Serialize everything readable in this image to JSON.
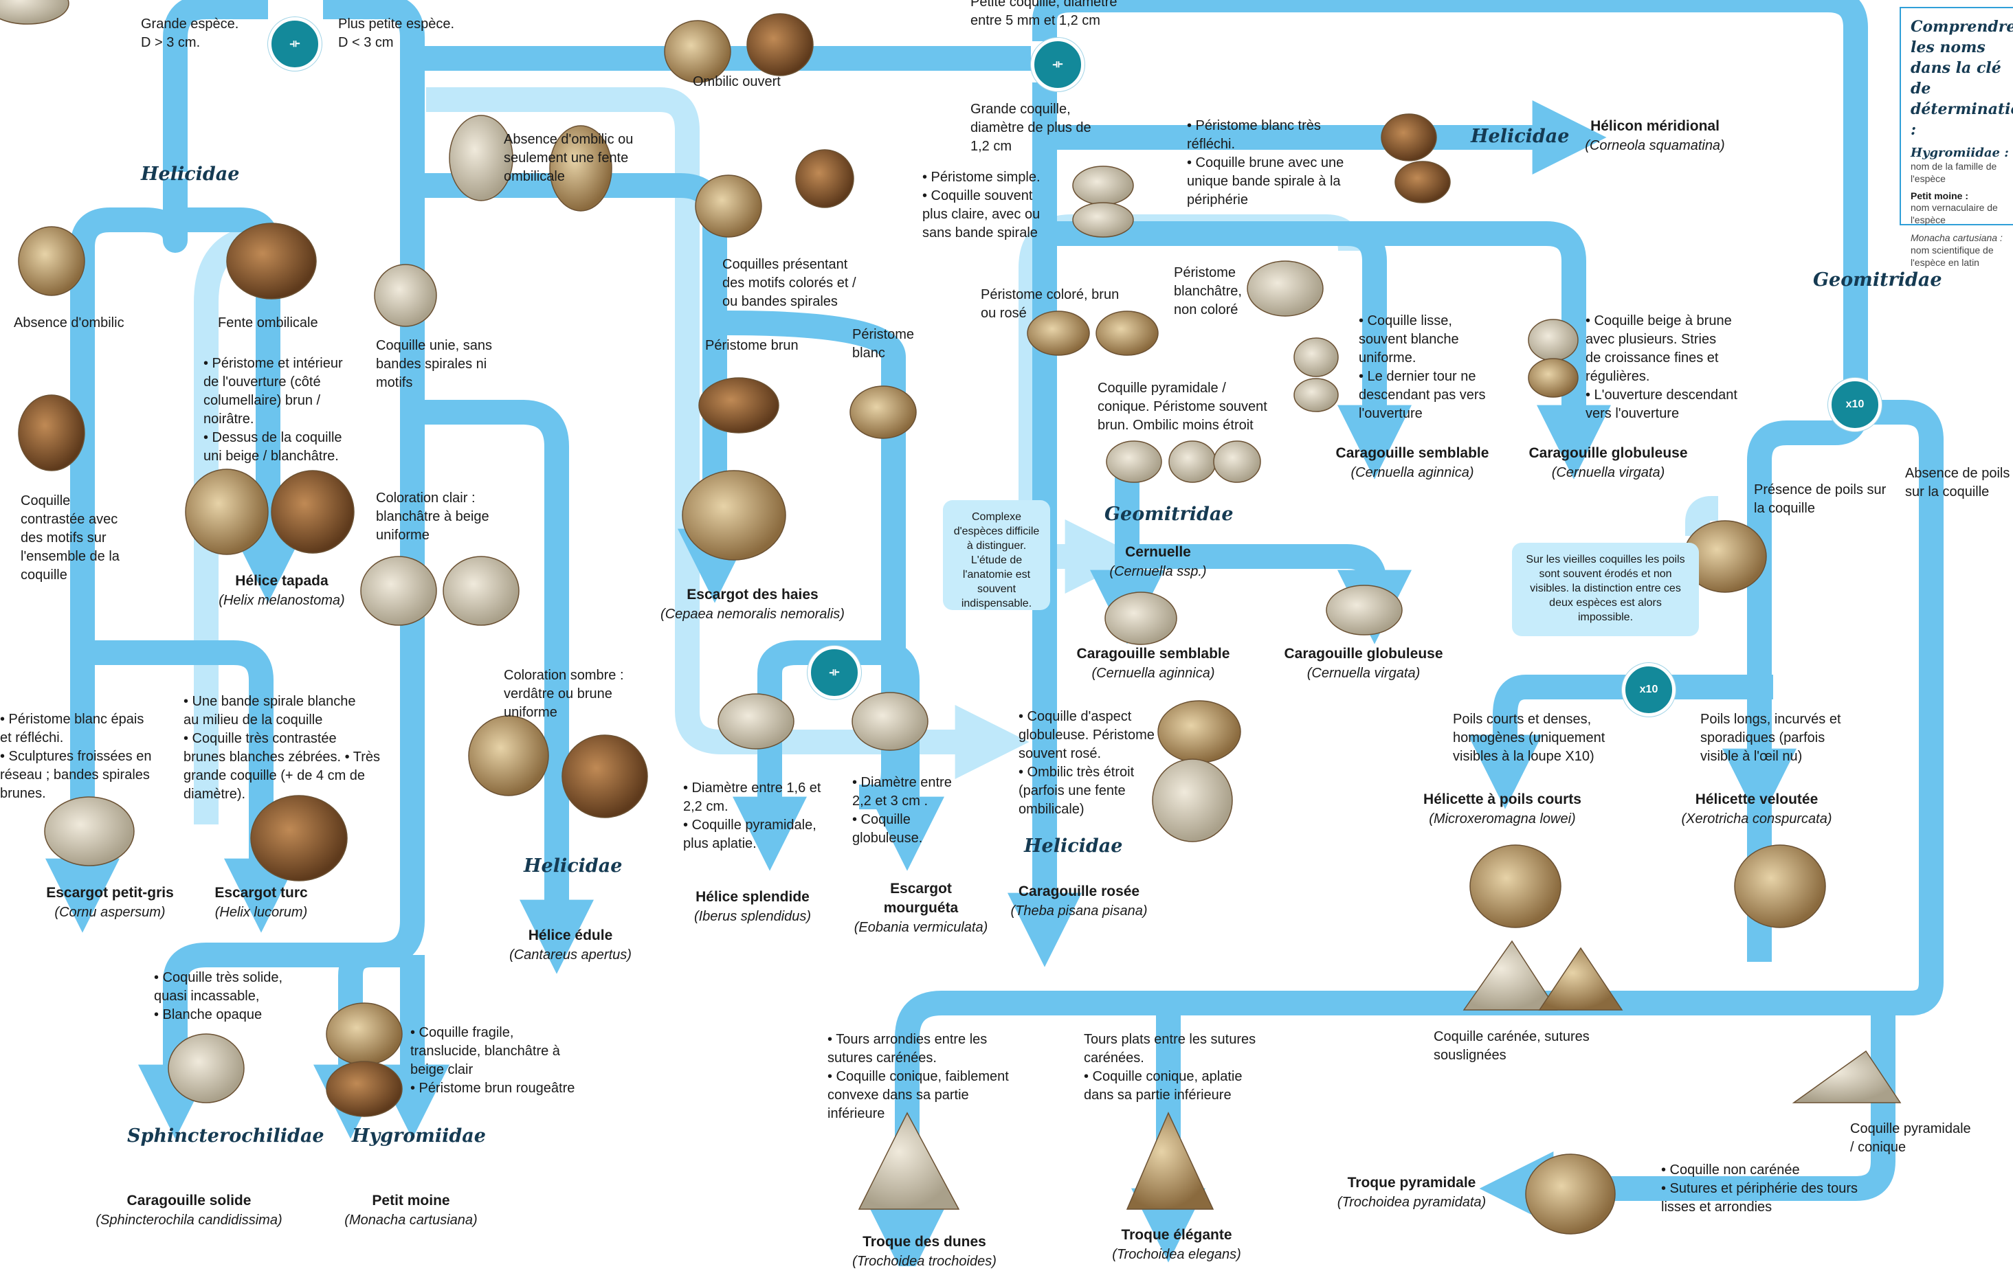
{
  "legend": {
    "title": "Comprendre les noms dans la clé de détermination :",
    "f_key": "Hygromiidae :",
    "f_desc": "nom de la famille de l'espèce",
    "v_key": "Petit moine :",
    "v_desc": "nom vernaculaire de l'espèce",
    "s_key": "Monacha cartusiana :",
    "s_desc": "nom scientifique de l'espèce en latin"
  },
  "families": {
    "helicidae_1": "Helicidae",
    "helicidae_2": "Helicidae",
    "helicidae_3": "Helicidae",
    "helicidae_4": "Helicidae",
    "geometridae_1": "Geomitridae",
    "geometridae_2": "Geomitridae",
    "sphincterochilidae": "Sphincterochilidae",
    "hygromiidae": "Hygromiidae"
  },
  "badges": {
    "x10_a": "x10",
    "x10_b": "x10"
  },
  "labels": {
    "grande_espece": "Grande espèce.\nD > 3 cm.",
    "petite_espece": "Plus petite espèce.\nD < 3 cm",
    "petite_coquille": "Petite coquille, diamètre\nentre 5 mm et 1,2 cm",
    "ombilic_ouvert": "Ombilic ouvert",
    "grande_coquille": "Grande coquille,\ndiamètre de plus de\n1,2 cm",
    "peristome_blanc_tres": "• Péristome blanc très\nréfléchi.\n• Coquille brune avec une\nunique bande spirale à la\npériphérie",
    "absence_ombilic_fente": "Absence d'ombilic ou\nseulement une fente\nombilicale",
    "peristome_simple": "• Péristome simple.\n• Coquille souvent\nplus claire, avec ou\nsans bande spirale",
    "absence_ombilic": "Absence d'ombilic",
    "fente_ombilicale": "Fente ombilicale",
    "motifs_colores": "Coquilles présentant\ndes motifs colorés et /\nou bandes spirales",
    "peristome_colore": "Péristome coloré, brun\nou rosé",
    "peristome_blanchatre": "Péristome\nblanchâtre,\nnon coloré",
    "coquille_lisse": "• Coquille lisse,\nsouvent blanche\nuniforme.\n• Le dernier tour ne\ndescendant pas vers\nl'ouverture",
    "coquille_beige": "• Coquille beige à brune\navec plusieurs. Stries\nde croissance fines et\nrégulières.\n• L'ouverture descendant\nvers l'ouverture",
    "peristome_brun": "Péristome brun",
    "peristome_blanc": "Péristome\nblanc",
    "coquille_unie": "Coquille unie, sans\nbandes spirales ni\nmotifs",
    "coquille_pyramidale": "Coquille pyramidale /\nconique. Péristome souvent\nbrun. Ombilic moins étroit",
    "peristome_interieur": "• Péristome et intérieur\nde l'ouverture (côté\ncolumellaire) brun /\nnoirâtre.\n• Dessus de la coquille\nuni beige / blanchâtre.",
    "coquille_contrastee": "Coquille\ncontrastée avec\ndes motifs sur\nl'ensemble de la\ncoquille",
    "coloration_clair": "Coloration clair :\nblanchâtre à beige\nuniforme",
    "absence_poils": "Absence de poils\nsur la coquille",
    "presence_poils": "Présence de poils sur\nla coquille",
    "coloration_sombre": "Coloration sombre :\nverdâtre ou brune\nuniforme",
    "peristome_blanc_epais": "• Péristome blanc épais\net réfléchi.\n• Sculptures froissées en\nréseau ; bandes spirales\nbrunes.",
    "bande_spirale": "• Une bande spirale blanche\nau milieu de la coquille\n• Coquille très contrastée\nbrunes blanches zébrées. • Très\ngrande coquille (+ de 4 cm de\ndiamètre).",
    "coquille_aspect": "• Coquille d'aspect\nglobuleuse. Péristome\nsouvent rosé.\n• Ombilic très étroit\n(parfois une fente\nombilicale)",
    "poils_courts": "Poils courts et denses,\nhomogènes (uniquement\nvisibles à la loupe X10)",
    "poils_longs": "Poils longs, incurvés et\nsporadiques (parfois\nvisible à l'œil nu)",
    "diametre_16": "• Diamètre entre 1,6 et\n2,2 cm.\n• Coquille pyramidale,\nplus aplatie.",
    "diametre_22": "• Diamètre entre\n2,2 et 3 cm .\n• Coquille\nglobuleuse.",
    "coquille_solide": "• Coquille très solide,\nquasi incassable,\n• Blanche opaque",
    "coquille_fragile": "• Coquille fragile,\ntranslucide, blanchâtre à\nbeige clair\n• Péristome brun rougeâtre",
    "coquille_carenee": "Coquille carénée, sutures\nsouslignées",
    "tours_arrondis": "• Tours arrondies entre les\nsutures carénées.\n• Coquille conique, faiblement\nconvexe dans sa partie\ninférieure",
    "tours_plats": "Tours plats entre les sutures\ncarénées.\n• Coquille conique, aplatie\ndans sa partie inférieure",
    "coquille_pyr_conique": "Coquille pyramidale\n/ conique",
    "coquille_non_carenee": "• Coquille non carénée\n• Sutures et périphérie des tours\nlisses et arrondies"
  },
  "notes": {
    "complexe": "Complexe d'espèces difficile à distinguer. L'étude de l'anatomie est souvent indispensable.",
    "vieilles": "Sur les vieilles coquilles les poils sont souvent érodés et non visibles. la distinction entre ces deux espèces est alors impossible."
  },
  "species": [
    {
      "id": "helicon",
      "name": "Hélicon méridional",
      "latin": "(Corneola squamatina)"
    },
    {
      "id": "tapada",
      "name": "Hélice tapada",
      "latin": "(Helix melanostoma)"
    },
    {
      "id": "haies",
      "name": "Escargot des haies",
      "latin": "(Cepaea nemoralis nemoralis)"
    },
    {
      "id": "cag_semblable_1",
      "name": "Caragouille semblable",
      "latin": "(Cernuella aginnica)"
    },
    {
      "id": "cag_globuleuse_1",
      "name": "Caragouille globuleuse",
      "latin": "(Cernuella virgata)"
    },
    {
      "id": "cernuelle",
      "name": "Cernuelle",
      "latin": "(Cernuella ssp.)"
    },
    {
      "id": "cag_semblable_2",
      "name": "Caragouille semblable",
      "latin": "(Cernuella aginnica)"
    },
    {
      "id": "cag_globuleuse_2",
      "name": "Caragouille globuleuse",
      "latin": "(Cernuella virgata)"
    },
    {
      "id": "petit_gris",
      "name": "Escargot petit-gris",
      "latin": "(Cornu aspersum)"
    },
    {
      "id": "turc",
      "name": "Escargot turc",
      "latin": "(Helix lucorum)"
    },
    {
      "id": "edule",
      "name": "Hélice édule",
      "latin": "(Cantareus apertus)"
    },
    {
      "id": "splendide",
      "name": "Hélice splendide",
      "latin": "(Iberus splendidus)"
    },
    {
      "id": "mourgueta",
      "name": "Escargot\nmourguéta",
      "latin": "(Eobania vermiculata)"
    },
    {
      "id": "rosee",
      "name": "Caragouille rosée",
      "latin": "(Theba pisana pisana)"
    },
    {
      "id": "poils_courts",
      "name": "Hélicette à poils courts",
      "latin": "(Microxeromagna lowei)"
    },
    {
      "id": "veloutee",
      "name": "Hélicette veloutée",
      "latin": "(Xerotricha conspurcata)"
    },
    {
      "id": "solide",
      "name": "Caragouille solide",
      "latin": "(Sphincterochila candidissima)"
    },
    {
      "id": "moine",
      "name": "Petit moine",
      "latin": "(Monacha cartusiana)"
    },
    {
      "id": "pyramidale",
      "name": "Troque pyramidale",
      "latin": "(Trochoidea pyramidata)"
    },
    {
      "id": "dunes",
      "name": "Troque des dunes",
      "latin": "(Trochoidea trochoides)"
    },
    {
      "id": "elegante",
      "name": "Troque élégante",
      "latin": "(Trochoidea elegans)"
    }
  ]
}
